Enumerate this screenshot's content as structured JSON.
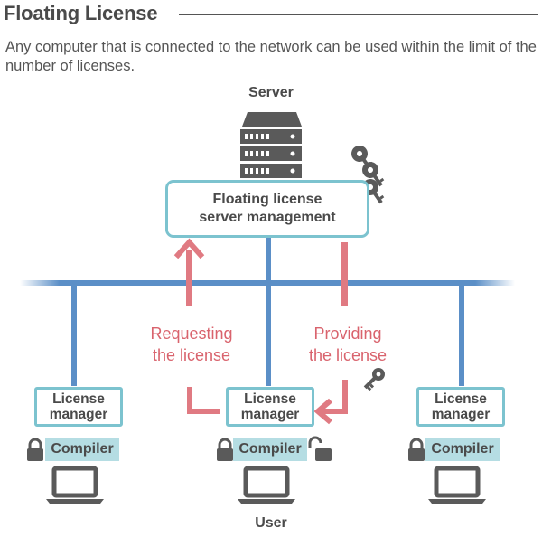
{
  "header": {
    "title": "Floating License",
    "subtitle": "Any computer that is connected to the network can be used within the limit of the number of licenses."
  },
  "server": {
    "label": "Server",
    "box_text_line1": "Floating license",
    "box_text_line2": "server management"
  },
  "flows": {
    "request_line1": "Requesting",
    "request_line2": "the license",
    "provide_line1": "Providing",
    "provide_line2": "the license"
  },
  "clients": [
    {
      "manager_line1": "License",
      "manager_line2": "manager",
      "compiler": "Compiler"
    },
    {
      "manager_line1": "License",
      "manager_line2": "manager",
      "compiler": "Compiler"
    },
    {
      "manager_line1": "License",
      "manager_line2": "manager",
      "compiler": "Compiler"
    }
  ],
  "user": {
    "label": "User"
  },
  "colors": {
    "network": "#5b8fc7",
    "flow": "#e07a82",
    "box_border": "#7cc3cf",
    "compiler_bg": "#b5dde3",
    "icon": "#5a5a5a"
  },
  "icons": [
    "server-rack-icon",
    "key-icon",
    "laptop-icon",
    "lock-icon",
    "unlock-icon"
  ]
}
